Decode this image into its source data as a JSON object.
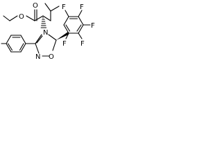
{
  "molecule": {
    "atom_labels": {
      "carbonyl_o": "O",
      "ester_o": "O",
      "ring_n4": "N",
      "ring_n2": "N",
      "ring_o1": "O",
      "f_top_left": "F",
      "f_top_right": "F",
      "f_right": "F",
      "f_bottom_right": "F",
      "f_bottom_left": "F"
    },
    "stereo": {
      "alpha_center": "hashed-wedge",
      "c5_center": "solid-wedge"
    }
  }
}
